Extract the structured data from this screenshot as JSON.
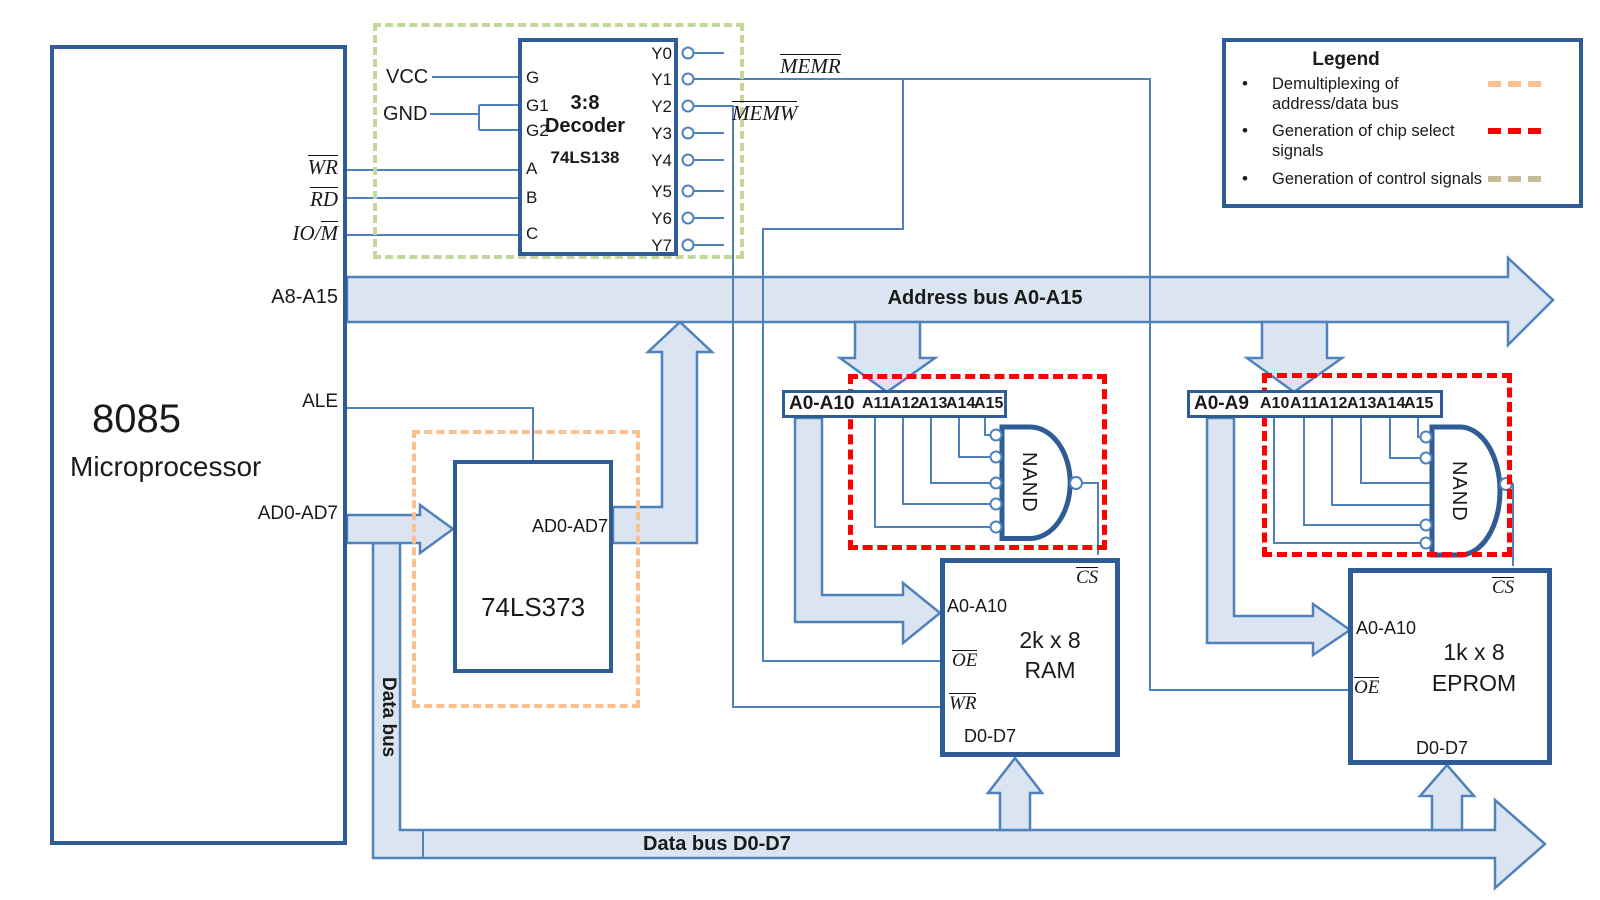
{
  "processor": {
    "title": "8085",
    "subtitle": "Microprocessor",
    "pins": {
      "wr": {
        "pre": "",
        "bar": "WR"
      },
      "rd": {
        "pre": "",
        "bar": "RD"
      },
      "iom": {
        "pre": "IO/",
        "bar": "M"
      },
      "a8_a15": "A8-A15",
      "ale": "ALE",
      "ad0_ad7": "AD0-AD7"
    }
  },
  "decoder": {
    "size": "3:8",
    "name": "Decoder",
    "part": "74LS138",
    "vcc": "VCC",
    "gnd": "GND",
    "inputs": [
      "G",
      "G1",
      "G2",
      "A",
      "B",
      "C"
    ],
    "outputs": [
      "Y0",
      "Y1",
      "Y2",
      "Y3",
      "Y4",
      "Y5",
      "Y6",
      "Y7"
    ]
  },
  "control_signals": {
    "memr": {
      "pre": "",
      "bar": "MEMR"
    },
    "memw": {
      "pre": "",
      "bar": "MEMW"
    }
  },
  "latch": {
    "part": "74LS373",
    "pin": "AD0-AD7"
  },
  "buses": {
    "address_label": "Address bus A0-A15",
    "data_label": "Data bus D0-D7",
    "data_vertical_label": "Data bus"
  },
  "ram_section": {
    "addr_low": "A0-A10",
    "addr_high": [
      "A11",
      "A12",
      "A13",
      "A14",
      "A15"
    ],
    "gate_label": "NAND",
    "chip": {
      "cs": {
        "pre": "",
        "bar": "CS"
      },
      "addr_pin": "A0-A10",
      "size": "2k x 8",
      "name": "RAM",
      "oe": {
        "pre": "",
        "bar": "OE"
      },
      "wr": {
        "pre": "",
        "bar": "WR"
      },
      "data_pin": "D0-D7"
    }
  },
  "eprom_section": {
    "addr_low": "A0-A9",
    "addr_high": [
      "A10",
      "A11",
      "A12",
      "A13",
      "A14",
      "A15"
    ],
    "gate_label": "NAND",
    "chip": {
      "cs": {
        "pre": "",
        "bar": "CS"
      },
      "addr_pin": "A0-A10",
      "size": "1k x 8",
      "name": "EPROM",
      "oe": {
        "pre": "",
        "bar": "OE"
      },
      "data_pin": "D0-D7"
    }
  },
  "legend": {
    "title": "Legend",
    "items": [
      {
        "label": "Demultiplexing of address/data bus",
        "color": "#fac090"
      },
      {
        "label": "Generation of chip select signals",
        "color": "#ff0000"
      },
      {
        "label": "Generation of control signals",
        "color": "#c4bd97"
      }
    ]
  },
  "colors": {
    "bus_fill": "#dbe5f1",
    "outline": "#2f5c94",
    "wire": "#4f81bd",
    "demux_box": "#fac090",
    "chip_select_box": "#ff0000",
    "control_box": "#c3d69b",
    "legend_control_sample": "#c4bd97"
  }
}
